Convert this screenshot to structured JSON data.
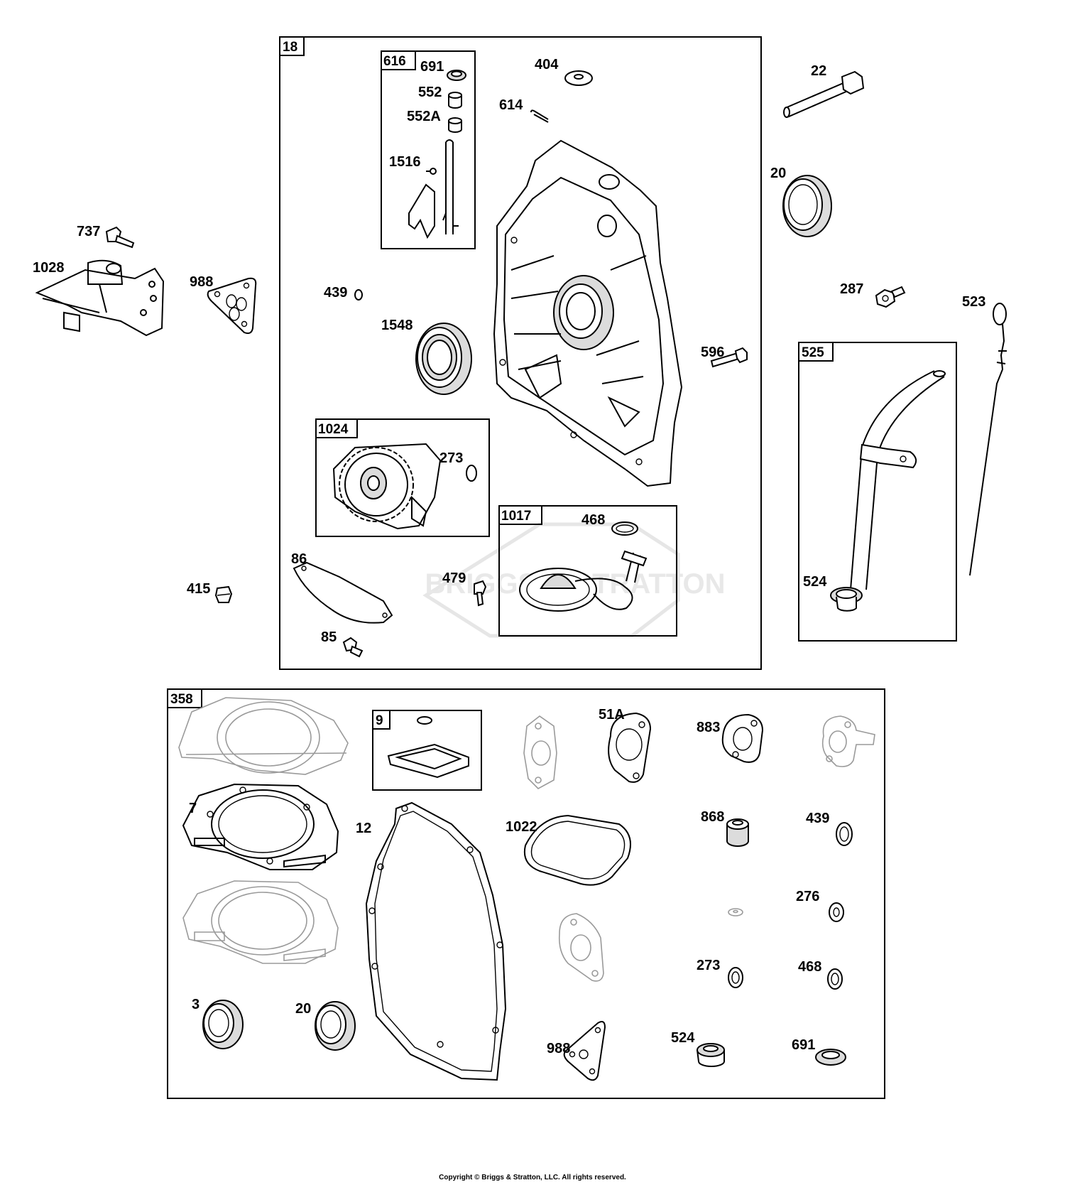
{
  "assemblies": [
    {
      "id": "18",
      "label": "18"
    },
    {
      "id": "616",
      "label": "616"
    },
    {
      "id": "1024",
      "label": "1024"
    },
    {
      "id": "1017",
      "label": "1017"
    },
    {
      "id": "525",
      "label": "525"
    },
    {
      "id": "358",
      "label": "358"
    },
    {
      "id": "9",
      "label": "9"
    }
  ],
  "parts": {
    "p691a": "691",
    "p552": "552",
    "p552a": "552A",
    "p1516": "1516",
    "p404": "404",
    "p614": "614",
    "p22": "22",
    "p20a": "20",
    "p737": "737",
    "p1028": "1028",
    "p988a": "988",
    "p439a": "439",
    "p1548": "1548",
    "p596": "596",
    "p287": "287",
    "p523": "523",
    "p273a": "273",
    "p468a": "468",
    "p86": "86",
    "p415": "415",
    "p479": "479",
    "p85": "85",
    "p524a": "524",
    "p51a": "51A",
    "p883": "883",
    "p7": "7",
    "p12": "12",
    "p1022": "1022",
    "p868": "868",
    "p439b": "439",
    "p276": "276",
    "p273b": "273",
    "p468b": "468",
    "p3": "3",
    "p20b": "20",
    "p988b": "988",
    "p524b": "524",
    "p691b": "691"
  },
  "watermark": "BRIGGS & STRATTON",
  "copyright": "Copyright © Briggs & Stratton, LLC. All rights reserved."
}
